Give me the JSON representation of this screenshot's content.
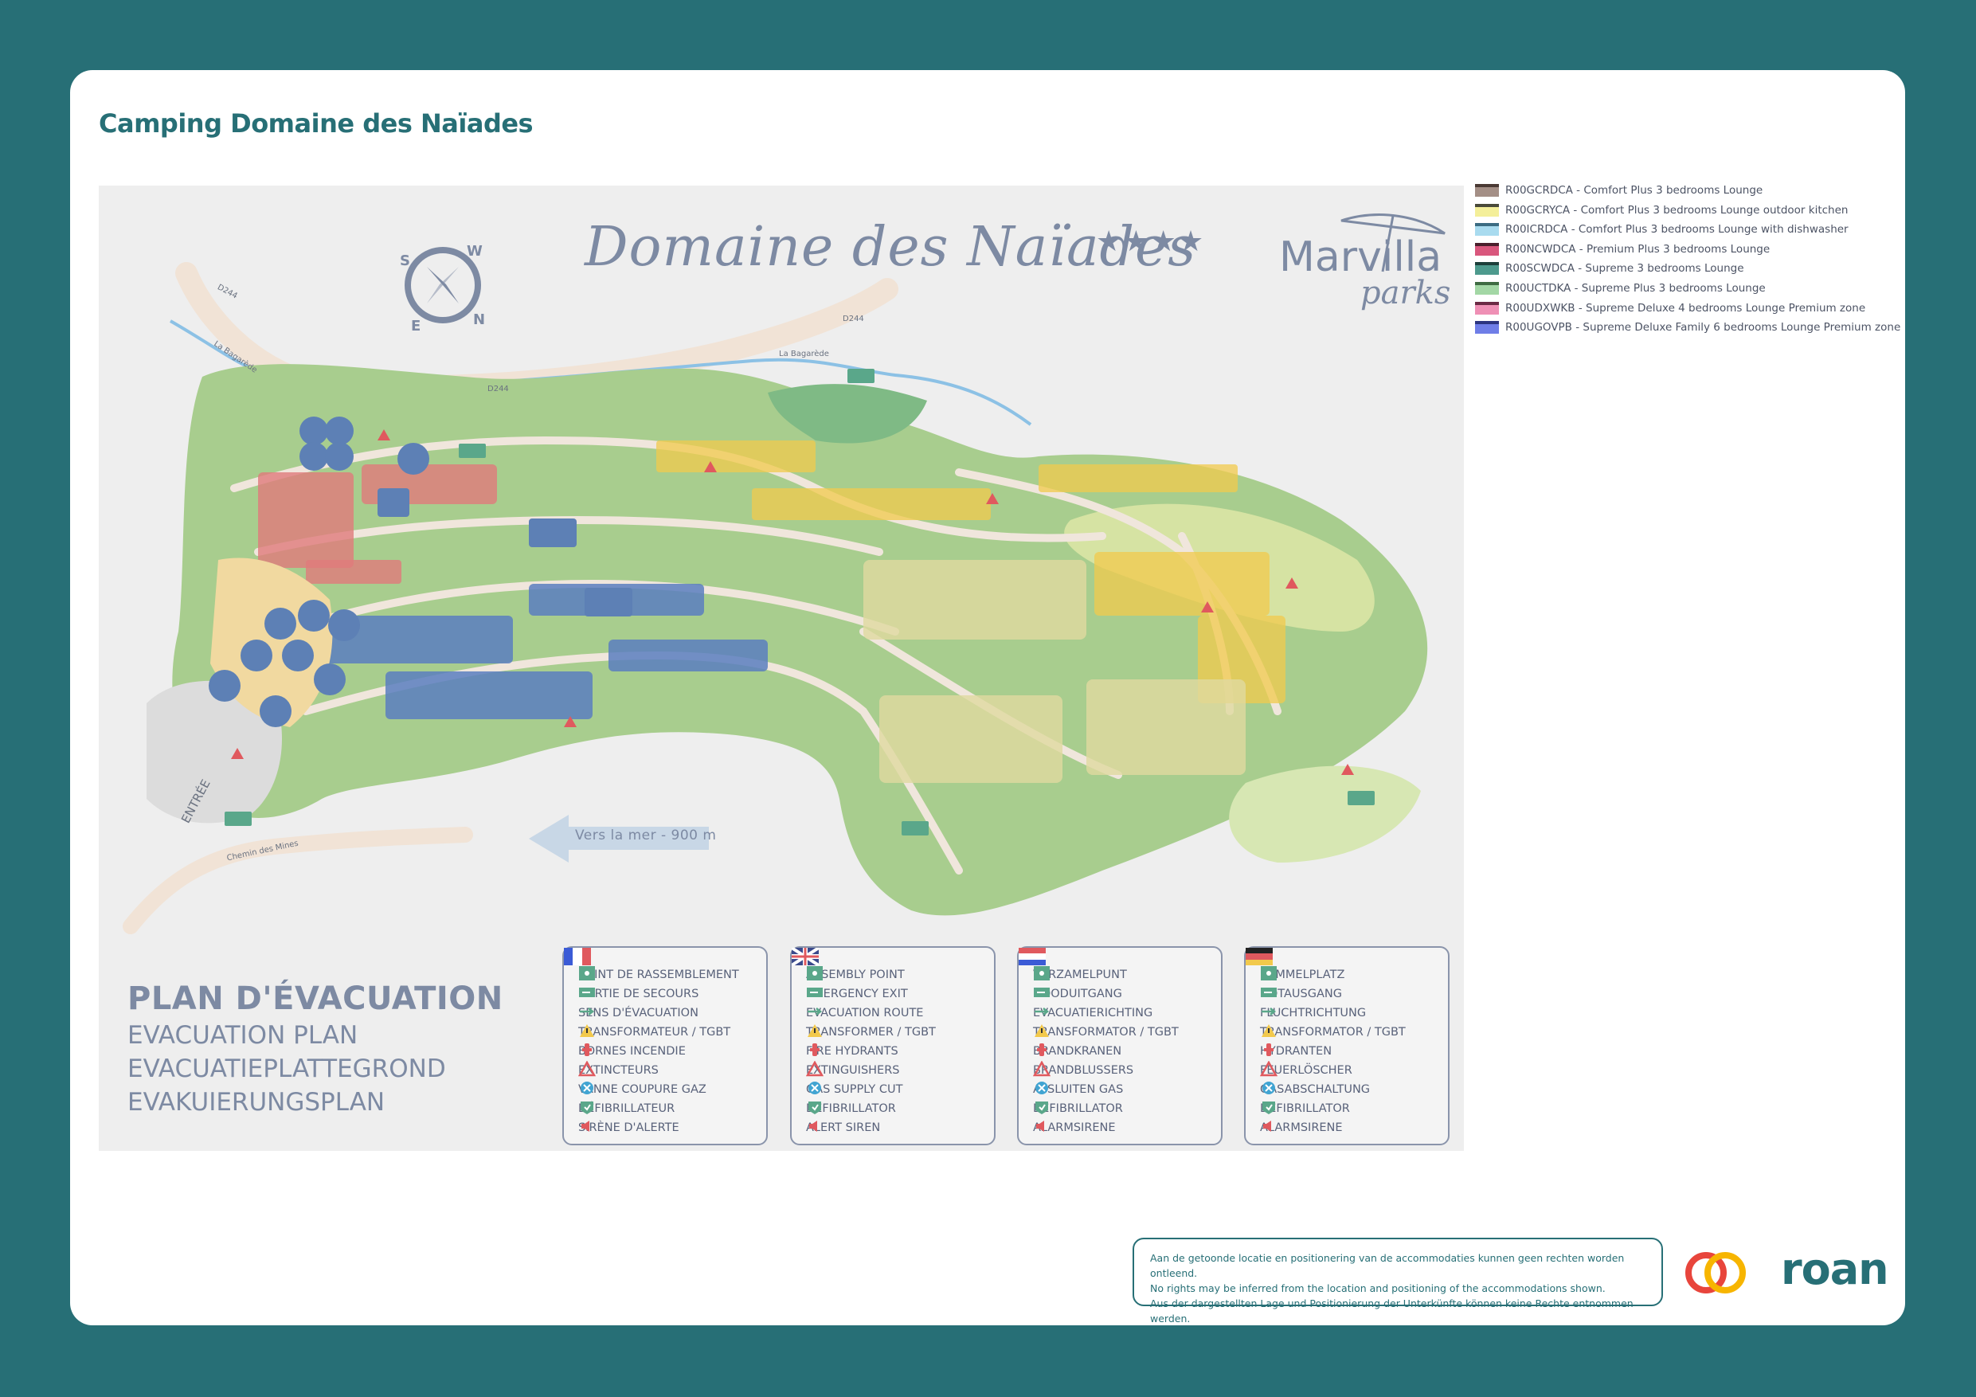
{
  "page_title": "Camping Domaine des Naïades",
  "map": {
    "script_title": "Domaine des Naïades",
    "stars": "★★★★",
    "brand_name": "Marvilla",
    "brand_sub": "parks",
    "compass": {
      "s": "S",
      "w": "W",
      "e": "E",
      "n": "N"
    },
    "road_labels": {
      "d244_a": "D244",
      "d244_b": "D244",
      "d244_c": "D244",
      "river_a": "La Bagarède",
      "river_b": "La Bagarède",
      "chemin": "Chemin des Mines"
    },
    "entrance_label": "ENTRÉE",
    "sea_sign": "Vers la mer - 900 m",
    "plan_title": "PLAN D'ÉVACUATION",
    "plan_subtitles": [
      "EVACUATION PLAN",
      "EVACUATIEPLATTEGROND",
      "EVAKUIERUNGSPLAN"
    ]
  },
  "legend_icon_names": [
    "assembly-point-icon",
    "emergency-exit-icon",
    "evacuation-route-icon",
    "transformer-icon",
    "fire-hydrant-icon",
    "extinguisher-icon",
    "gas-supply-cut-icon",
    "defibrillator-icon",
    "alert-siren-icon"
  ],
  "legend_colors": {
    "green": "#5aa78a",
    "red": "#e0595e",
    "yellow": "#f2c94c",
    "blue": "#41a4d2"
  },
  "legends": [
    {
      "flag": "fr",
      "items": [
        "POINT DE RASSEMBLEMENT",
        "SORTIE DE SECOURS",
        "SENS D'ÉVACUATION",
        "TRANSFORMATEUR / TGBT",
        "BORNES INCENDIE",
        "EXTINCTEURS",
        "VANNE COUPURE GAZ",
        "DÉFIBRILLATEUR",
        "SIRÈNE D'ALERTE"
      ]
    },
    {
      "flag": "gb",
      "items": [
        "ASSEMBLY POINT",
        "EMERGENCY EXIT",
        "EVACUATION ROUTE",
        "TRANSFORMER / TGBT",
        "FIRE HYDRANTS",
        "EXTINGUISHERS",
        "GAS SUPPLY CUT",
        "DEFIBRILLATOR",
        "ALERT SIREN"
      ]
    },
    {
      "flag": "nl",
      "items": [
        "VERZAMELPUNT",
        "NOODUITGANG",
        "EVACUATIERICHTING",
        "TRANSFORMATOR / TGBT",
        "BRANDKRANEN",
        "BRANDBLUSSERS",
        "AFSLUITEN GAS",
        "DEFIBRILLATOR",
        "ALARMSIRENE"
      ]
    },
    {
      "flag": "de",
      "items": [
        "SAMMELPLATZ",
        "NOTAUSGANG",
        "FLUCHTRICHTUNG",
        "TRANSFORMATOR / TGBT",
        "HYDRANTEN",
        "FEUERLÖSCHER",
        "GASABSCHALTUNG",
        "DEFIBRILLATOR",
        "ALARMSIRENE"
      ]
    }
  ],
  "accommodations": [
    {
      "label": "R00GCRDCA - Comfort Plus 3 bedrooms Lounge",
      "color": "#a48f86",
      "stripe": "#4a3a34"
    },
    {
      "label": "R00GCRYCA - Comfort Plus 3 bedrooms Lounge outdoor kitchen",
      "color": "#f4ef9a",
      "stripe": "#4a4a3a"
    },
    {
      "label": "R00ICRDCA - Comfort Plus 3 bedrooms Lounge with dishwasher",
      "color": "#a9dbef",
      "stripe": "#3c6c82"
    },
    {
      "label": "R00NCWDCA - Premium Plus 3 bedrooms Lounge",
      "color": "#d9577d",
      "stripe": "#4a1f2c"
    },
    {
      "label": "R00SCWDCA - Supreme 3 bedrooms Lounge",
      "color": "#4d9a8d",
      "stripe": "#1c3f3a"
    },
    {
      "label": "R00UCTDKA - Supreme Plus 3 bedrooms Lounge",
      "color": "#a3d7a5",
      "stripe": "#3f6b42"
    },
    {
      "label": "R00UDXWKB - Supreme Deluxe 4 bedrooms Lounge Premium zone",
      "color": "#ef90b5",
      "stripe": "#6b2a44"
    },
    {
      "label": "R00UGOVPB - Supreme Deluxe Family 6 bedrooms Lounge Premium zone",
      "color": "#6f7ee7",
      "stripe": "#2c3580"
    }
  ],
  "disclaimer": [
    "Aan de getoonde locatie en positionering van de accommodaties kunnen geen rechten worden ontleend.",
    "No rights may be inferred from the location and positioning of the accommodations shown.",
    "Aus der dargestellten Lage und Positionierung der Unterkünfte können keine Rechte entnommen werden."
  ],
  "brand": {
    "name": "roan",
    "color": "#276f76",
    "ring_orange": "#f28c28",
    "ring_yellow": "#f7b500",
    "ring_red": "#e8453c"
  }
}
